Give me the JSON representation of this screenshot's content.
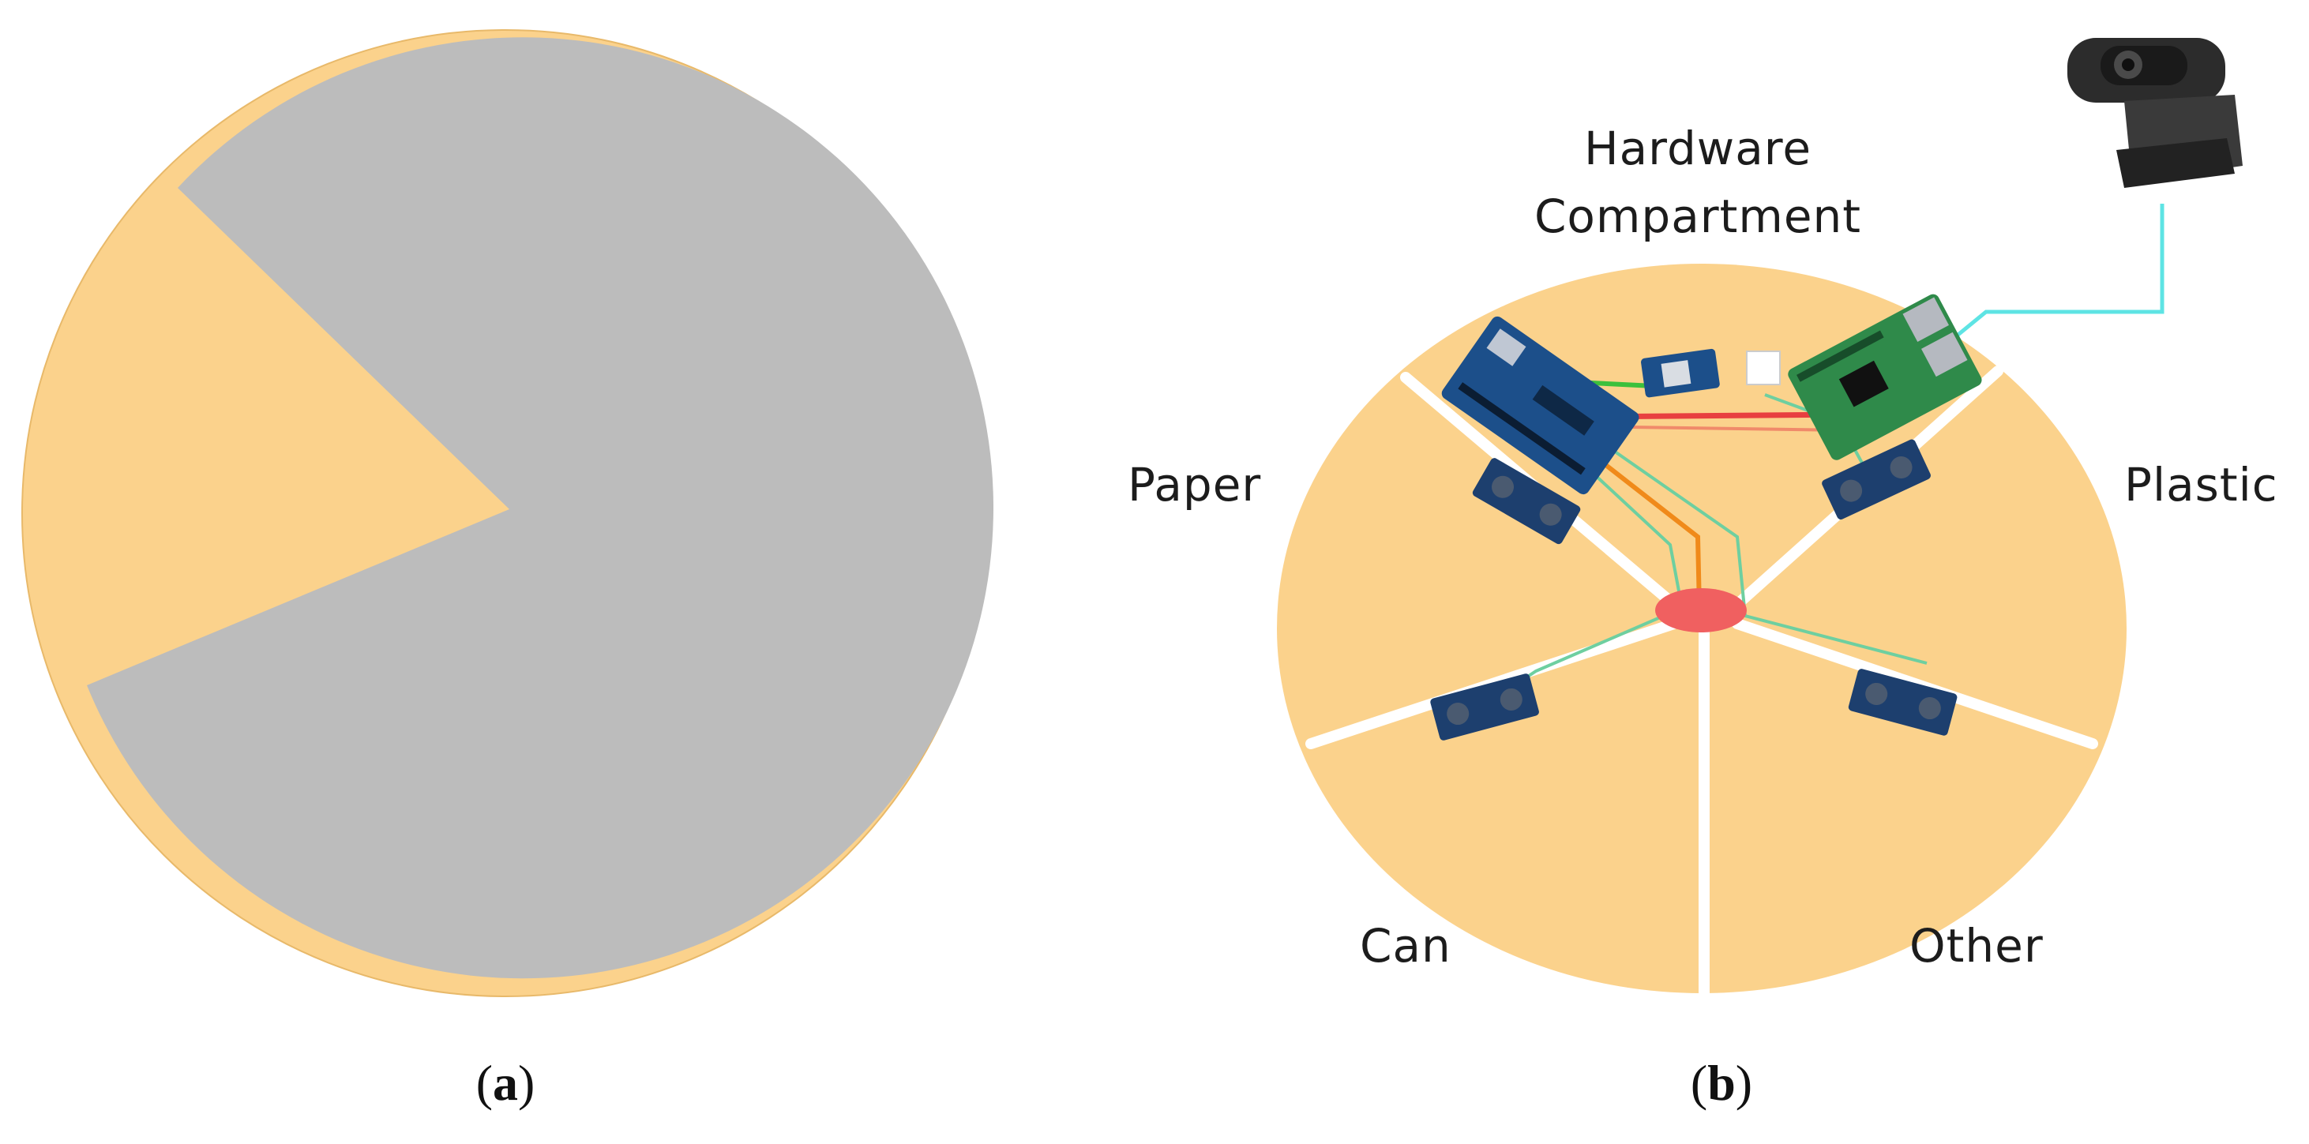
{
  "panel_a": {
    "caption_prefix": "(",
    "caption_letter": "a",
    "caption_suffix": ")"
  },
  "panel_b": {
    "caption_prefix": "(",
    "caption_letter": "b",
    "caption_suffix": ")",
    "hardware_label_line1": "Hardware",
    "hardware_label_line2": "Compartment",
    "compartments": {
      "paper": "Paper",
      "plastic": "Plastic",
      "can": "Can",
      "other": "Other"
    }
  },
  "colors": {
    "orange": "#fbd28c",
    "gray": "#bcbcbc",
    "white_divider": "#ffffff",
    "red_hub": "#f06060",
    "cyan_wire": "#5ee4e4",
    "board_blue": "#1c4f8a",
    "board_green": "#2f8a4a",
    "sensor_blue": "#1d3f6e"
  }
}
